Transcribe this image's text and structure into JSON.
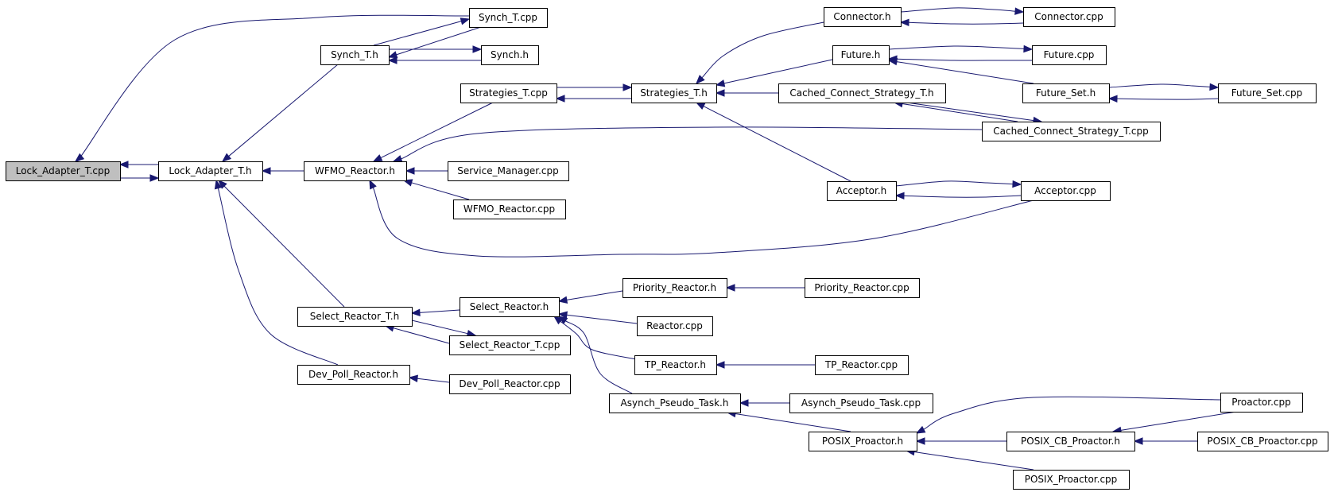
{
  "graph": {
    "edge_color": "#191970",
    "highlight_color": "#bfbfbf",
    "nodes": [
      {
        "id": "lock_adapter_cpp",
        "label": "Lock_Adapter_T.cpp",
        "highlight": true
      },
      {
        "id": "lock_adapter_h",
        "label": "Lock_Adapter_T.h"
      },
      {
        "id": "synch_t_cpp",
        "label": "Synch_T.cpp"
      },
      {
        "id": "synch_t_h",
        "label": "Synch_T.h"
      },
      {
        "id": "synch_h",
        "label": "Synch.h"
      },
      {
        "id": "wfmo_reactor_h",
        "label": "WFMO_Reactor.h"
      },
      {
        "id": "service_manager_cpp",
        "label": "Service_Manager.cpp"
      },
      {
        "id": "wfmo_reactor_cpp",
        "label": "WFMO_Reactor.cpp"
      },
      {
        "id": "strategies_t_cpp",
        "label": "Strategies_T.cpp"
      },
      {
        "id": "strategies_t_h",
        "label": "Strategies_T.h"
      },
      {
        "id": "connector_h",
        "label": "Connector.h"
      },
      {
        "id": "connector_cpp",
        "label": "Connector.cpp"
      },
      {
        "id": "future_h",
        "label": "Future.h"
      },
      {
        "id": "future_cpp",
        "label": "Future.cpp"
      },
      {
        "id": "future_set_h",
        "label": "Future_Set.h"
      },
      {
        "id": "future_set_cpp",
        "label": "Future_Set.cpp"
      },
      {
        "id": "cached_connect_h",
        "label": "Cached_Connect_Strategy_T.h"
      },
      {
        "id": "cached_connect_cpp",
        "label": "Cached_Connect_Strategy_T.cpp"
      },
      {
        "id": "acceptor_h",
        "label": "Acceptor.h"
      },
      {
        "id": "acceptor_cpp",
        "label": "Acceptor.cpp"
      },
      {
        "id": "select_reactor_t_h",
        "label": "Select_Reactor_T.h"
      },
      {
        "id": "select_reactor_h",
        "label": "Select_Reactor.h"
      },
      {
        "id": "select_reactor_t_cpp",
        "label": "Select_Reactor_T.cpp"
      },
      {
        "id": "priority_reactor_h",
        "label": "Priority_Reactor.h"
      },
      {
        "id": "priority_reactor_cpp",
        "label": "Priority_Reactor.cpp"
      },
      {
        "id": "reactor_cpp",
        "label": "Reactor.cpp"
      },
      {
        "id": "tp_reactor_h",
        "label": "TP_Reactor.h"
      },
      {
        "id": "tp_reactor_cpp",
        "label": "TP_Reactor.cpp"
      },
      {
        "id": "asynch_pseudo_task_h",
        "label": "Asynch_Pseudo_Task.h"
      },
      {
        "id": "asynch_pseudo_task_cpp",
        "label": "Asynch_Pseudo_Task.cpp"
      },
      {
        "id": "dev_poll_reactor_h",
        "label": "Dev_Poll_Reactor.h"
      },
      {
        "id": "dev_poll_reactor_cpp",
        "label": "Dev_Poll_Reactor.cpp"
      },
      {
        "id": "posix_proactor_h",
        "label": "POSIX_Proactor.h"
      },
      {
        "id": "proactor_cpp",
        "label": "Proactor.cpp"
      },
      {
        "id": "posix_cb_proactor_h",
        "label": "POSIX_CB_Proactor.h"
      },
      {
        "id": "posix_cb_proactor_cpp",
        "label": "POSIX_CB_Proactor.cpp"
      },
      {
        "id": "posix_proactor_cpp",
        "label": "POSIX_Proactor.cpp"
      }
    ],
    "edges": [
      {
        "from": "lock_adapter_h",
        "to": "lock_adapter_cpp"
      },
      {
        "from": "lock_adapter_cpp",
        "to": "lock_adapter_h"
      },
      {
        "from": "synch_t_cpp",
        "to": "lock_adapter_cpp"
      },
      {
        "from": "synch_t_h",
        "to": "lock_adapter_h"
      },
      {
        "from": "synch_t_cpp",
        "to": "synch_t_h"
      },
      {
        "from": "synch_t_h",
        "to": "synch_t_cpp"
      },
      {
        "from": "synch_t_h",
        "to": "synch_h"
      },
      {
        "from": "synch_h",
        "to": "synch_t_h"
      },
      {
        "from": "wfmo_reactor_h",
        "to": "lock_adapter_h"
      },
      {
        "from": "select_reactor_t_h",
        "to": "lock_adapter_h"
      },
      {
        "from": "dev_poll_reactor_h",
        "to": "lock_adapter_h"
      },
      {
        "from": "strategies_t_cpp",
        "to": "wfmo_reactor_h"
      },
      {
        "from": "service_manager_cpp",
        "to": "wfmo_reactor_h"
      },
      {
        "from": "wfmo_reactor_cpp",
        "to": "wfmo_reactor_h"
      },
      {
        "from": "cached_connect_cpp",
        "to": "wfmo_reactor_h"
      },
      {
        "from": "acceptor_cpp",
        "to": "wfmo_reactor_h"
      },
      {
        "from": "strategies_t_cpp",
        "to": "strategies_t_h"
      },
      {
        "from": "strategies_t_h",
        "to": "strategies_t_cpp"
      },
      {
        "from": "connector_h",
        "to": "strategies_t_h"
      },
      {
        "from": "future_h",
        "to": "strategies_t_h"
      },
      {
        "from": "cached_connect_h",
        "to": "strategies_t_h"
      },
      {
        "from": "acceptor_h",
        "to": "strategies_t_h"
      },
      {
        "from": "connector_h",
        "to": "connector_cpp"
      },
      {
        "from": "connector_cpp",
        "to": "connector_h"
      },
      {
        "from": "future_h",
        "to": "future_cpp"
      },
      {
        "from": "future_cpp",
        "to": "future_h"
      },
      {
        "from": "future_set_h",
        "to": "future_h"
      },
      {
        "from": "future_set_h",
        "to": "future_set_cpp"
      },
      {
        "from": "future_set_cpp",
        "to": "future_set_h"
      },
      {
        "from": "cached_connect_h",
        "to": "cached_connect_cpp"
      },
      {
        "from": "cached_connect_cpp",
        "to": "cached_connect_h"
      },
      {
        "from": "acceptor_h",
        "to": "acceptor_cpp"
      },
      {
        "from": "acceptor_cpp",
        "to": "acceptor_h"
      },
      {
        "from": "select_reactor_h",
        "to": "select_reactor_t_h"
      },
      {
        "from": "select_reactor_t_h",
        "to": "select_reactor_t_cpp"
      },
      {
        "from": "select_reactor_t_cpp",
        "to": "select_reactor_t_h"
      },
      {
        "from": "dev_poll_reactor_cpp",
        "to": "dev_poll_reactor_h"
      },
      {
        "from": "priority_reactor_h",
        "to": "select_reactor_h"
      },
      {
        "from": "reactor_cpp",
        "to": "select_reactor_h"
      },
      {
        "from": "tp_reactor_h",
        "to": "select_reactor_h"
      },
      {
        "from": "asynch_pseudo_task_h",
        "to": "select_reactor_h"
      },
      {
        "from": "priority_reactor_cpp",
        "to": "priority_reactor_h"
      },
      {
        "from": "tp_reactor_cpp",
        "to": "tp_reactor_h"
      },
      {
        "from": "asynch_pseudo_task_cpp",
        "to": "asynch_pseudo_task_h"
      },
      {
        "from": "posix_proactor_h",
        "to": "asynch_pseudo_task_h"
      },
      {
        "from": "proactor_cpp",
        "to": "posix_proactor_h"
      },
      {
        "from": "proactor_cpp",
        "to": "posix_cb_proactor_h"
      },
      {
        "from": "posix_cb_proactor_h",
        "to": "posix_proactor_h"
      },
      {
        "from": "posix_cb_proactor_cpp",
        "to": "posix_cb_proactor_h"
      },
      {
        "from": "posix_proactor_cpp",
        "to": "posix_proactor_h"
      }
    ]
  }
}
